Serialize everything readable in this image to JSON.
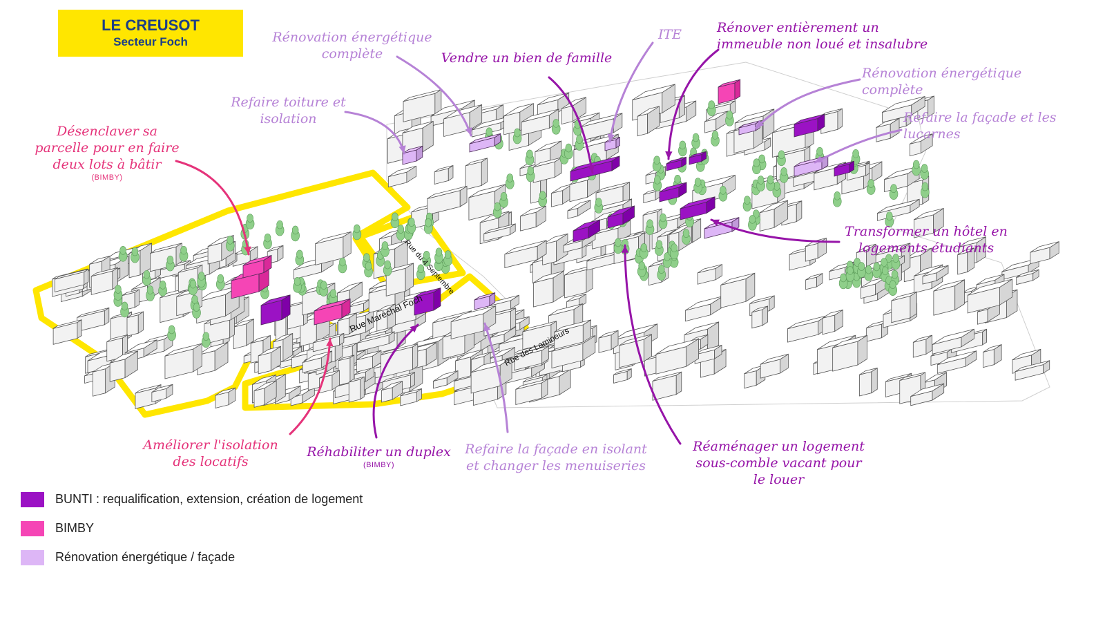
{
  "title": {
    "line1": "LE CREUSOT",
    "line2": "Secteur Foch"
  },
  "colors": {
    "bunti": "#9b12c4",
    "bimby": "#f545b5",
    "renovation": "#ddb6f6",
    "highlight_outline": "#ffe600",
    "tree": "#8fcf8a",
    "building_fill": "#f2f2f2",
    "building_stroke": "#555555"
  },
  "annotations": {
    "desenclaver": {
      "lines": [
        "Désenclaver sa",
        "parcelle pour en faire",
        "deux lots à bâtir"
      ],
      "sub": "(BIMBY)"
    },
    "refaire_toiture": {
      "lines": [
        "Refaire toiture et",
        "isolation"
      ]
    },
    "renovation_complete_1": {
      "lines": [
        "Rénovation énergétique",
        "complète"
      ]
    },
    "vendre_bien": {
      "lines": [
        "Vendre un bien de famille"
      ]
    },
    "ite": {
      "lines": [
        "ITE"
      ]
    },
    "renover_immeuble": {
      "lines": [
        "Rénover entièrement un",
        "immeuble non loué et insalubre"
      ]
    },
    "renovation_complete_2": {
      "lines": [
        "Rénovation énergétique",
        "complète"
      ]
    },
    "refaire_facade_lucarnes": {
      "lines": [
        "Refaire la façade et les",
        "lucarnes"
      ]
    },
    "transformer_hotel": {
      "lines": [
        "Transformer un hôtel en",
        "logements étudiants"
      ]
    },
    "ameliorer_isolation": {
      "lines": [
        "Améliorer l'isolation",
        "des locatifs"
      ]
    },
    "rehabiliter_duplex": {
      "lines": [
        "Réhabiliter un duplex"
      ],
      "sub": "(BIMBY)"
    },
    "refaire_facade_isolant": {
      "lines": [
        "Refaire la façade en isolant",
        "et changer les menuiseries"
      ]
    },
    "reamenager": {
      "lines": [
        "Réaménager un logement",
        "sous-comble vacant pour",
        "le louer"
      ]
    }
  },
  "streets": {
    "rue_4_septembre": "Rue du 4 Septembre",
    "rue_marechal_foch": "Rue Maréchal Foch",
    "rue_lamineurs": "Rue des Lamineurs"
  },
  "legend": [
    {
      "label": "BUNTI : requalification, extension, création de logement",
      "color": "#9b12c4"
    },
    {
      "label": "BIMBY",
      "color": "#f545b5"
    },
    {
      "label": "Rénovation énergétique / façade",
      "color": "#ddb6f6"
    }
  ]
}
